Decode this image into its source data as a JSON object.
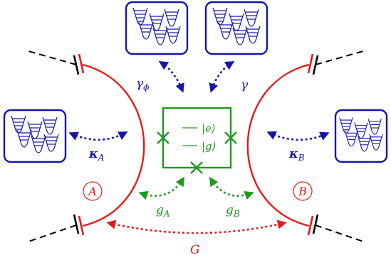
{
  "colors": {
    "resonator": "#e41a1c",
    "qubit": "#1e9a1e",
    "bath": "#1515a8",
    "coupler": "#000000"
  },
  "qubit": {
    "level_e": "|e⟩",
    "level_g": "|g⟩"
  },
  "resonators": {
    "a_label": "A",
    "b_label": "B"
  },
  "couplings": {
    "gamma_phi_main": "γ",
    "gamma_phi_sub": "ϕ",
    "gamma": "γ",
    "kappa_a_main": "κ",
    "kappa_a_sub": "A",
    "kappa_b_main": "κ",
    "kappa_b_sub": "B",
    "g_a_main": "g",
    "g_a_sub": "A",
    "g_b_main": "g",
    "g_b_sub": "B",
    "big_g": "G"
  },
  "baths": [
    {
      "name": "dephasing-bath",
      "icon": "potential-wells-icon"
    },
    {
      "name": "decay-bath",
      "icon": "potential-wells-icon"
    },
    {
      "name": "bath-a",
      "icon": "potential-wells-icon"
    },
    {
      "name": "bath-b",
      "icon": "potential-wells-icon"
    }
  ]
}
